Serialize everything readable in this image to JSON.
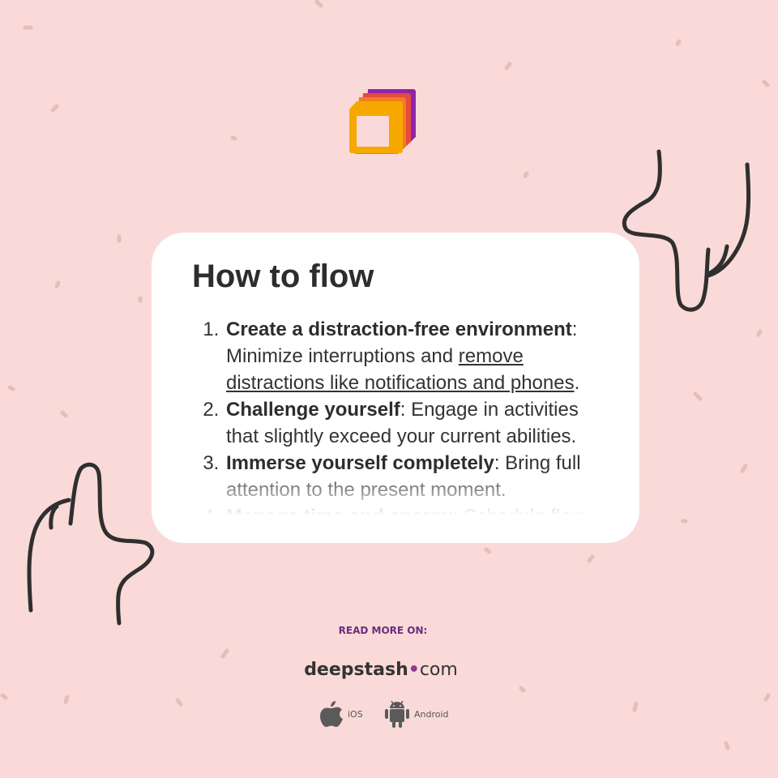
{
  "colors": {
    "background": "#f9dad8",
    "card": "#ffffff",
    "accent": "#6c2d80",
    "logo": [
      "#8e24aa",
      "#e64a3c",
      "#f57c1f",
      "#f6a800"
    ]
  },
  "logo": {
    "icon": "deepstash-stack-logo"
  },
  "card": {
    "title": "How to flow",
    "items": [
      {
        "bold": "Create a distraction-free environment",
        "pre": ": Minimize interruptions and ",
        "link": "remove distractions like notifications and phones",
        "post": "."
      },
      {
        "bold": "Challenge yourself",
        "pre": ": Engage in activities that slightly exceed your current abilities.",
        "link": "",
        "post": ""
      },
      {
        "bold": "Immerse yourself completely",
        "pre": ": Bring full attention to the present moment.",
        "link": "",
        "post": ""
      },
      {
        "bold": "Manage time and energy",
        "pre": ": Schedule flow",
        "link": "",
        "post": ""
      }
    ]
  },
  "footer": {
    "read_more": "READ MORE ON:",
    "brand_name": "deepstash",
    "brand_tld": "com",
    "ios_label": "iOS",
    "android_label": "Android"
  }
}
